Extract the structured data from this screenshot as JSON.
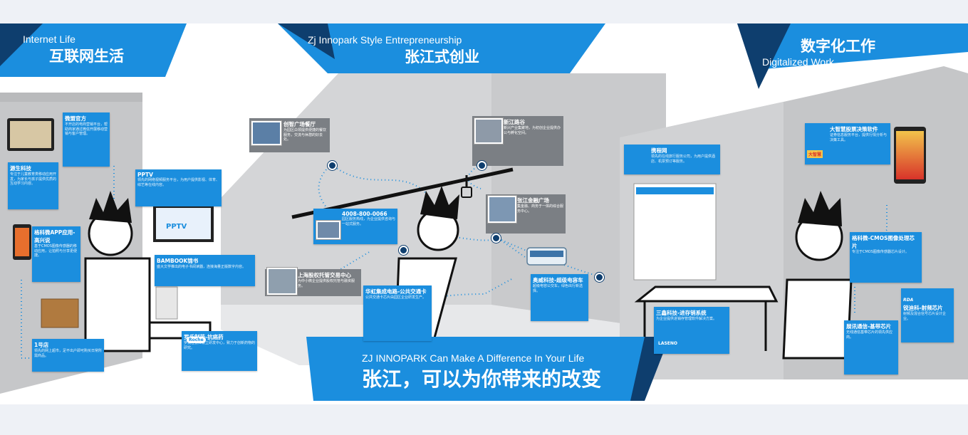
{
  "colors": {
    "accent": "#1b8ede",
    "dark_blue": "#0e3e6e",
    "wall": "#c9cacc",
    "floor": "#e5e6e8"
  },
  "banners": {
    "internet": {
      "en": "Internet Life",
      "zh": "互联网生活"
    },
    "innopark": {
      "en": "Zj Innopark Style Entrepreneurship",
      "zh": "张江式创业"
    },
    "digital": {
      "zh": "数字化工作",
      "en": "Digitalized Work"
    },
    "bottom": {
      "en": "ZJ INNOPARK Can Make A Difference  In Your Life",
      "zh": "张江，可以为你带来的改变"
    }
  },
  "cards": {
    "weimeng": {
      "title": "微盟官方",
      "desc": "不开店的电商营销平台，帮助商家通过微信开展移动营销与客户管理。"
    },
    "yuansheng": {
      "title": "源生科技",
      "desc": "专注于儿童教育类移动应用开发，为家长与孩子提供优质的互动学习内容。"
    },
    "pptv": {
      "title": "PPTV",
      "desc": "领先的网络视频服务平台，为用户提供影视、体育、综艺等在线内容。"
    },
    "gelike": {
      "title": "格科微APP应用-高兴说",
      "desc": "基于CMOS图像传感器的移动应用，让拍照与分享更便捷。"
    },
    "bambook": {
      "title": "BAMBOOK锦书",
      "desc": "盛大文学推出的电子书阅读器，连接海量正版数字内容。"
    },
    "yihao": {
      "title": "1号店",
      "desc": "领先的网上超市，足不出户即可购买日常所需商品。"
    },
    "roche": {
      "title": "罗氏制药-抗癌药",
      "desc": "罗氏在张江设立研发中心，致力于创新药物的研究。"
    },
    "chuangzhi": {
      "title": "创智广场餐厅",
      "desc": "为园区白领提供便捷的餐饮服务，交流与休憩的好去处。"
    },
    "xinjiang": {
      "title": "新江路谷",
      "desc": "新兴产业集聚地，为初创企业提供办公与孵化空间。"
    },
    "hotline": {
      "title": "4008-800-0066",
      "desc": "园区服务热线，为企业提供咨询与一站式服务。"
    },
    "zhangjiang": {
      "title": "张江金融广场",
      "desc": "集金融、商务于一体的综合服务中心。"
    },
    "chanquan": {
      "title": "上海股权托管交易中心",
      "desc": "为中小微企业提供股权托管与融资服务。"
    },
    "huahong": {
      "title": "华虹集成电路-公共交通卡",
      "desc": "公共交通卡芯片由园区企业研发生产。"
    },
    "dianche": {
      "title": "奥威科技-超级电容车",
      "desc": "超级电容公交车，绿色出行新选择。"
    },
    "yunbao": {
      "title": "携程网",
      "desc": "领先的在线旅行服务公司，为用户提供酒店、机票预订等服务。"
    },
    "dazhihui": {
      "title": "大智慧股票决策软件",
      "desc": "证券信息服务平台，提供行情分析与决策工具。"
    },
    "sanxian": {
      "title": "三鑫科技-进存销系统",
      "desc": "为企业提供进销存管理软件解决方案。"
    },
    "cmos": {
      "title": "格科微-CMOS图像处理芯片",
      "desc": "专注于CMOS图像传感器芯片设计。"
    },
    "rda": {
      "title": "锐迪科-射频芯片",
      "desc": "射频及混合信号芯片设计企业。"
    },
    "zhanxun": {
      "title": "展讯通信-基带芯片",
      "desc": "无线通信基带芯片的领先供应商。"
    }
  },
  "logos": {
    "dazhihui": "大智慧",
    "lasen": "LASENO",
    "rda": "RDA",
    "roche": "Roche",
    "pptv": "PPTV"
  }
}
